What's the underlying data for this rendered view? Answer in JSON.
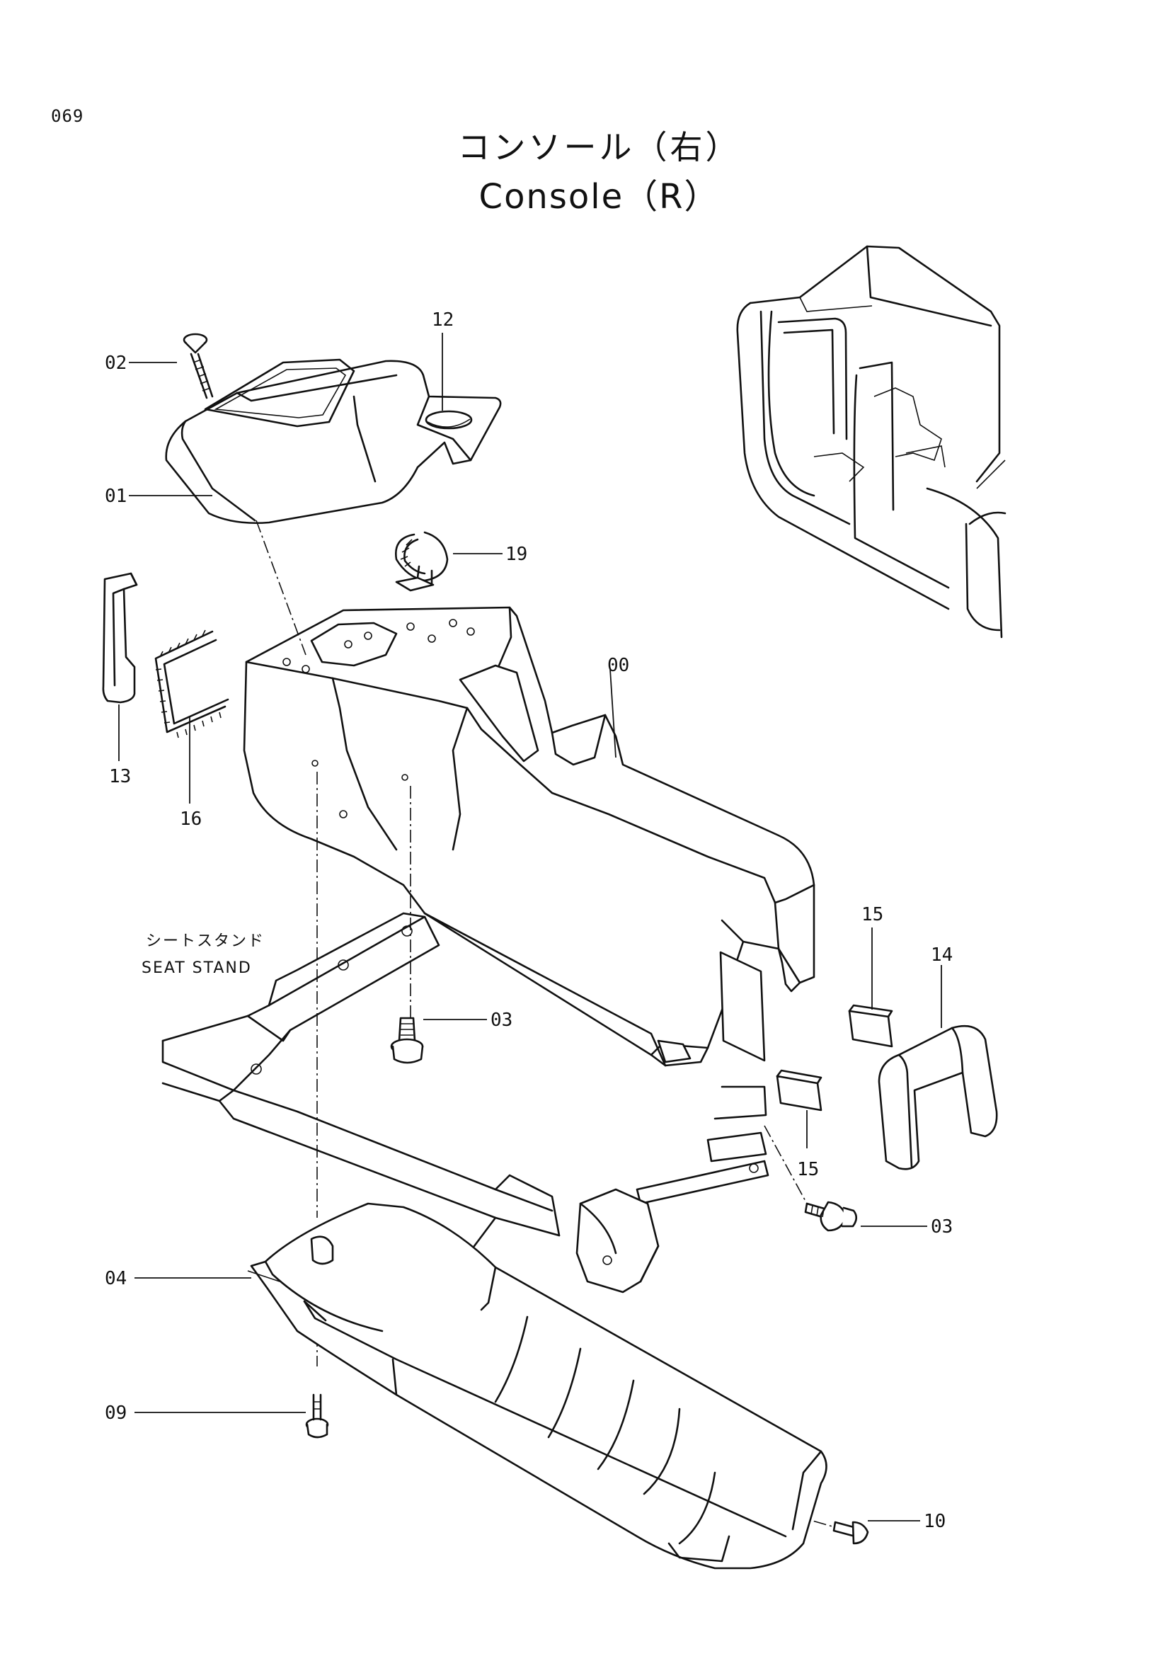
{
  "page": {
    "number": "069"
  },
  "title": {
    "japanese": "コンソール（右）",
    "english": "Console（R）"
  },
  "seat_stand": {
    "japanese": "シートスタンド",
    "english": "SEAT  STAND"
  },
  "callouts": {
    "c00": "00",
    "c01": "01",
    "c02": "02",
    "c03a": "03",
    "c03b": "03",
    "c04": "04",
    "c09": "09",
    "c10": "10",
    "c12": "12",
    "c13": "13",
    "c14": "14",
    "c15a": "15",
    "c15b": "15",
    "c16": "16",
    "c19": "19"
  }
}
